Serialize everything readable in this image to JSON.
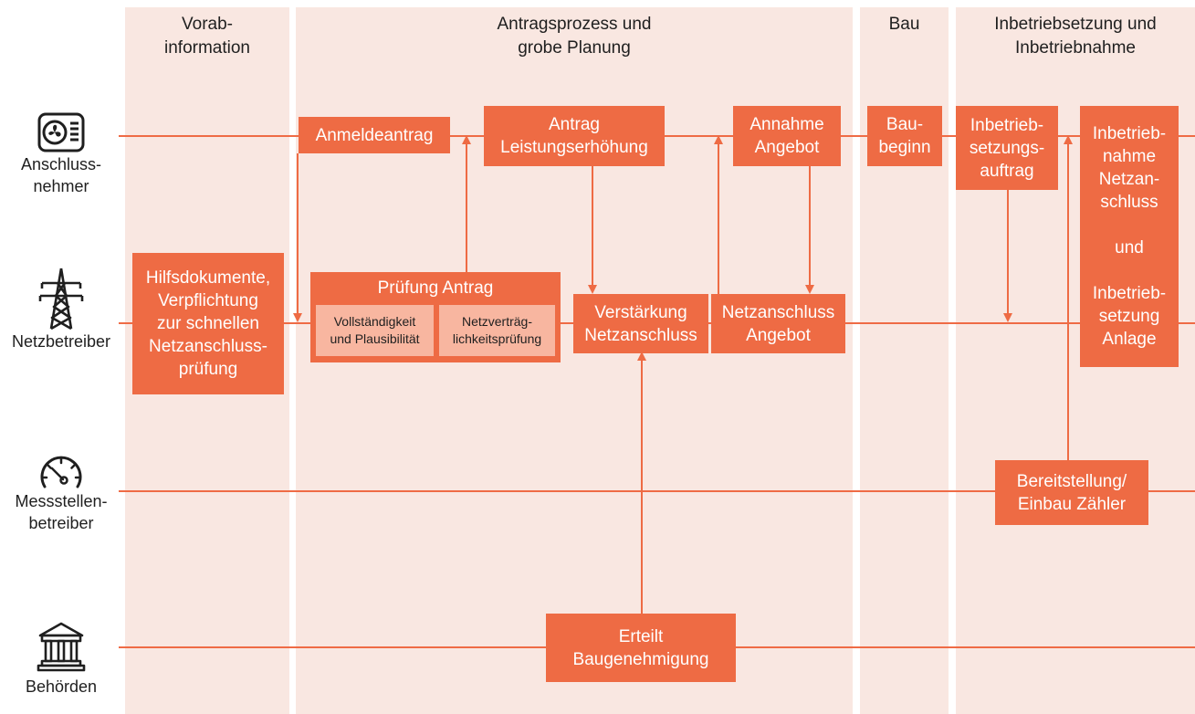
{
  "phases": [
    {
      "title": "Vorab-\ninformation"
    },
    {
      "title": "Antragsprozess und\ngrobe Planung"
    },
    {
      "title": "Bau"
    },
    {
      "title": "Inbetriebsetzung und\nInbetriebnahme"
    }
  ],
  "actors": [
    {
      "label": "Anschluss-\nnehmer",
      "icon": "heat-pump-icon"
    },
    {
      "label": "Netzbetreiber",
      "icon": "power-pylon-icon"
    },
    {
      "label": "Messstellen-\nbetreiber",
      "icon": "meter-gauge-icon"
    },
    {
      "label": "Behörden",
      "icon": "government-building-icon"
    }
  ],
  "steps": {
    "anmeldeantrag": "Anmeldeantrag",
    "antrag_leistung": "Antrag\nLeistungserhöhung",
    "annahme_angebot": "Annahme\nAngebot",
    "baubeginn": "Bau-\nbeginn",
    "inbetriebsetzungsauftrag": "Inbetrieb-\nsetzungs-\nauftrag",
    "inbetriebnahme": "Inbetrieb-\nnahme\nNetzan-\nschluss\n\nund\n\nInbetrieb-\nsetzung\nAnlage",
    "hilfsdokumente": "Hilfsdokumente,\nVerpflichtung\nzur schnellen\nNetzanschluss-\nprüfung",
    "pruefung_antrag": "Prüfung Antrag",
    "vollstaendigkeit": "Vollständigkeit\nund Plausibilität",
    "netzvertraeglichkeit": "Netzverträg-\nlichkeitsprüfung",
    "verstaerkung": "Verstärkung\nNetzanschluss",
    "netzanschluss_angebot": "Netzanschluss\nAngebot",
    "bereitstellung": "Bereitstellung/\nEinbau Zähler",
    "baugenehmigung": "Erteilt\nBaugenehmigung"
  },
  "colors": {
    "accent": "#ee6b44",
    "phase_bg": "#f9e7e1",
    "sub_box": "#f8b6a0",
    "text": "#1f1f1f"
  }
}
